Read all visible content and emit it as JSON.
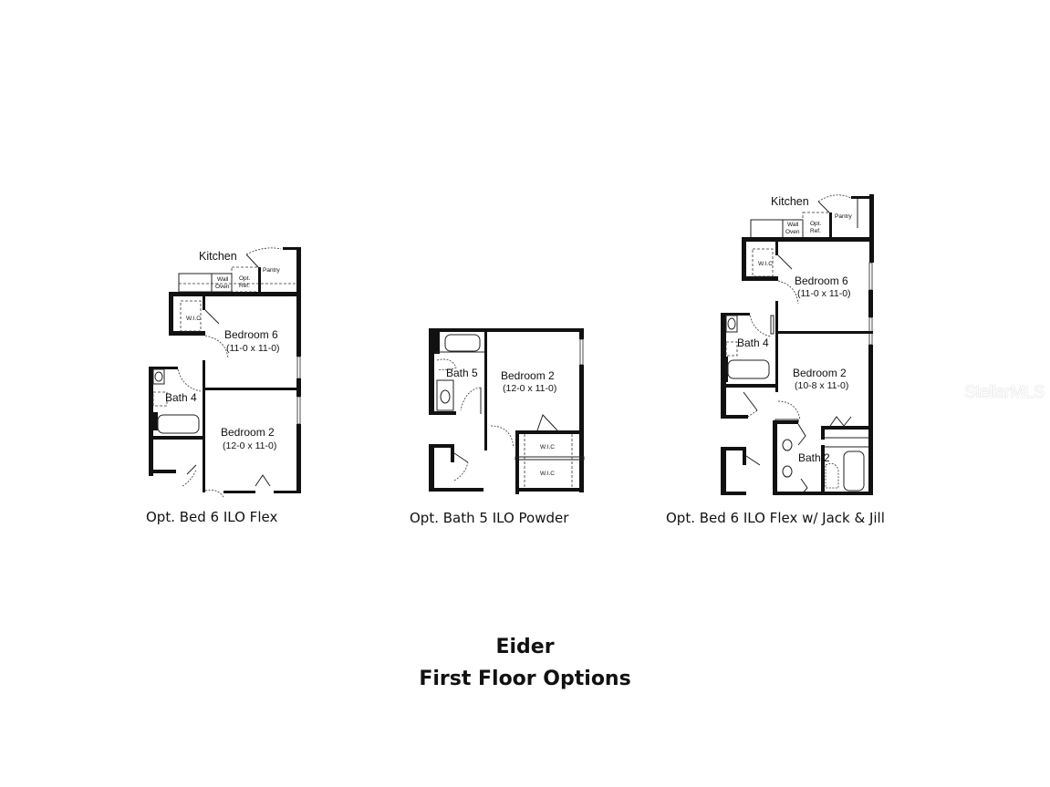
{
  "title": {
    "line1": "Eider",
    "line2": "First Floor Options"
  },
  "watermark": "StellarMLS",
  "plans": [
    {
      "caption": "Opt. Bed 6 ILO Flex",
      "kitchen": "Kitchen",
      "pantry": "Pantry",
      "wall_oven": [
        "Wall",
        "Oven"
      ],
      "opt_ref": [
        "Opt.",
        "Ref."
      ],
      "wic": "W.I.C",
      "rooms": [
        {
          "name": "Bedroom 6",
          "dims": "(11-0 x 11-0)"
        },
        {
          "name": "Bath 4"
        },
        {
          "name": "Bedroom 2",
          "dims": "(12-0 x 11-0)"
        }
      ]
    },
    {
      "caption": "Opt. Bath 5 ILO Powder",
      "wic": [
        "W.I.C",
        "W.I.C"
      ],
      "rooms": [
        {
          "name": "Bath 5"
        },
        {
          "name": "Bedroom 2",
          "dims": "(12-0 x 11-0)"
        }
      ]
    },
    {
      "caption": "Opt. Bed 6 ILO Flex w/ Jack & Jill",
      "kitchen": "Kitchen",
      "pantry": "Pantry",
      "wall_oven": [
        "Wall",
        "Oven"
      ],
      "opt_ref": [
        "Opt.",
        "Ref."
      ],
      "wic": "W.I.C",
      "rooms": [
        {
          "name": "Bedroom 6",
          "dims": "(11-0 x 11-0)"
        },
        {
          "name": "Bath 4"
        },
        {
          "name": "Bedroom 2",
          "dims": "(10-8 x 11-0)"
        },
        {
          "name": "Bath 2"
        }
      ]
    }
  ]
}
